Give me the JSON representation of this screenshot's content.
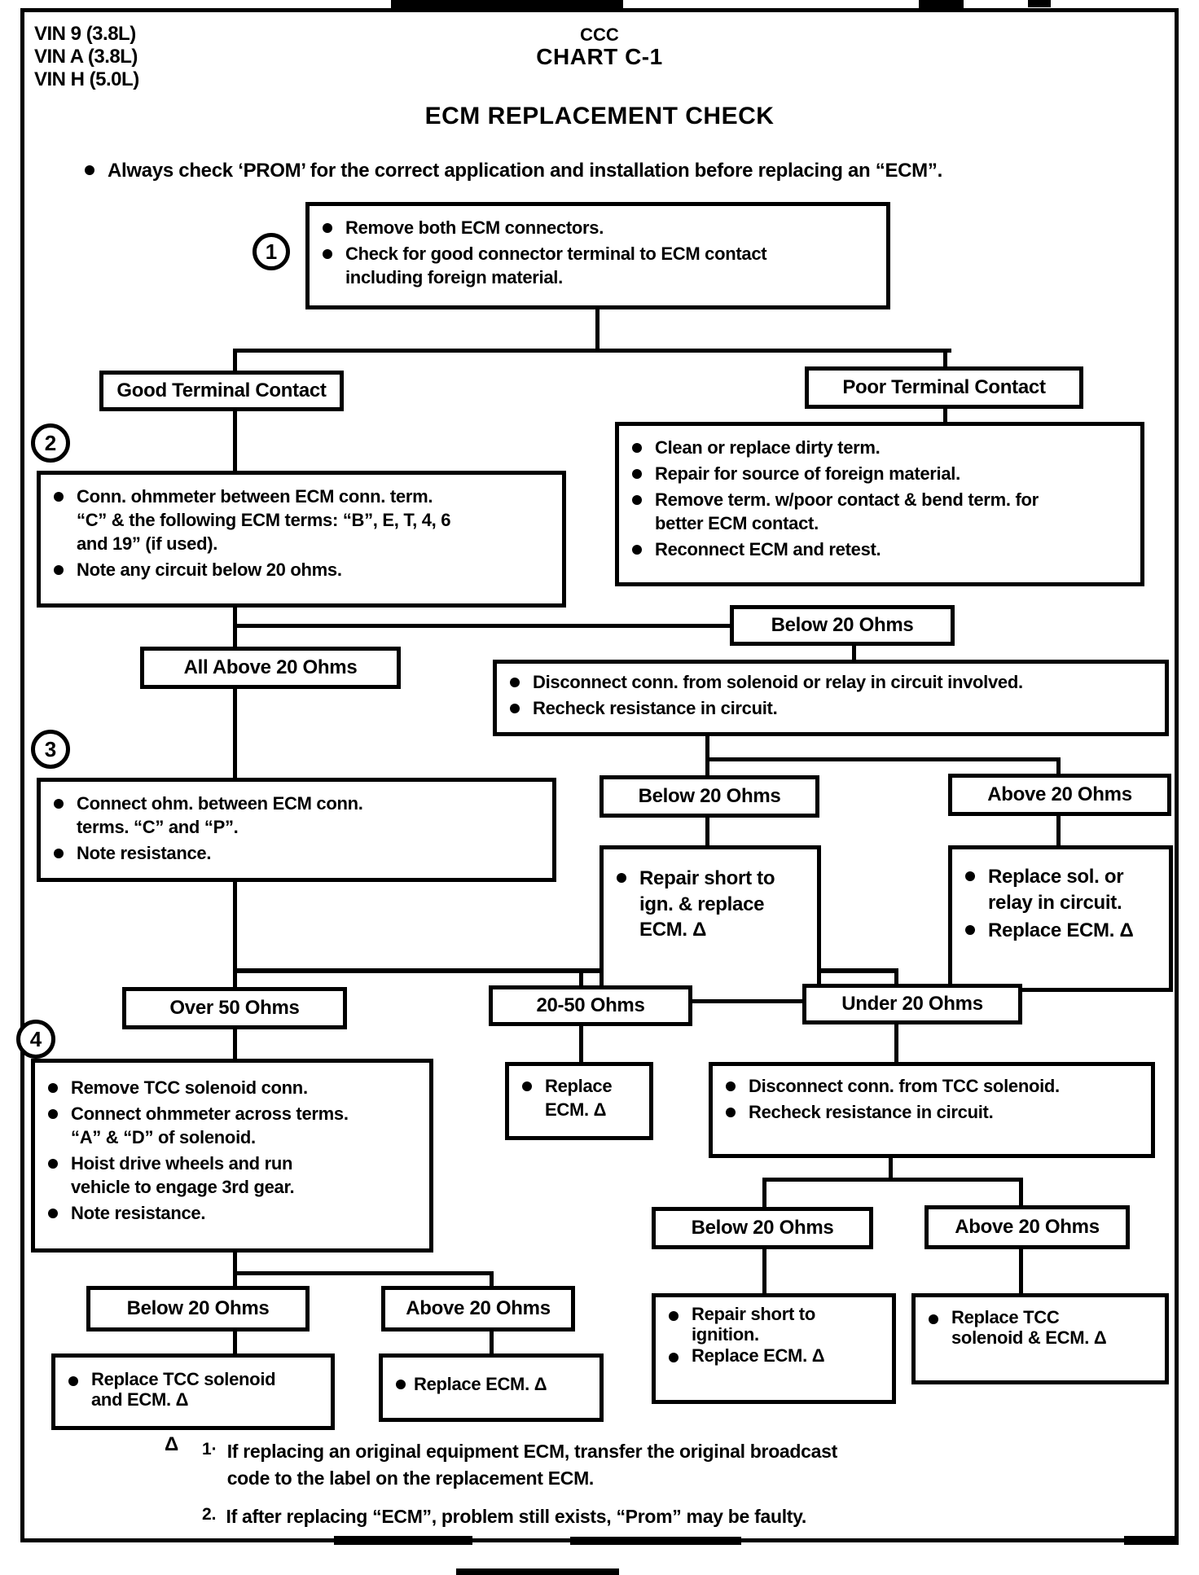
{
  "header": {
    "vin_labels": [
      "VIN 9 (3.8L)",
      "VIN A (3.8L)",
      "VIN H (5.0L)"
    ],
    "chart_code": "CCC",
    "chart_title": "CHART C-1",
    "chart_subtitle": "ECM REPLACEMENT CHECK",
    "intro_note": "Always check ‘PROM’ for the correct application and installation before replacing an “ECM”."
  },
  "steps": [
    "1",
    "2",
    "3",
    "4"
  ],
  "nodes": {
    "step1": {
      "bullets": [
        "Remove both ECM connectors.",
        "Check for good connector terminal to ECM contact\nincluding foreign material."
      ]
    },
    "good_terminal": {
      "label": "Good Terminal Contact"
    },
    "poor_terminal": {
      "label": "Poor Terminal Contact"
    },
    "step2": {
      "bullets": [
        "Conn. ohmmeter between ECM conn. term.\n“C” & the following ECM terms: “B”, E, T, 4, 6\nand 19” (if used).",
        "Note any circuit below 20 ohms."
      ]
    },
    "poor_actions": {
      "bullets": [
        "Clean or replace dirty term.",
        "Repair for source of foreign material.",
        "Remove term. w/poor contact & bend term. for\nbetter ECM contact.",
        "Reconnect ECM and retest."
      ]
    },
    "below_20_ohms_1": {
      "label": "Below 20 Ohms"
    },
    "all_above_20_ohms": {
      "label": "All Above 20 Ohms"
    },
    "disconnect_solenoid": {
      "bullets": [
        "Disconnect conn. from solenoid or relay in circuit involved.",
        "Recheck resistance in circuit."
      ]
    },
    "below_20_ohms_2": {
      "label": "Below 20 Ohms"
    },
    "above_20_ohms_1": {
      "label": "Above 20 Ohms"
    },
    "step3": {
      "bullets": [
        "Connect ohm. between ECM conn.\nterms. “C” and “P”.",
        "Note resistance."
      ]
    },
    "repair_short_ign": {
      "bullets": [
        "Repair short to\nign. & replace\nECM. Δ"
      ]
    },
    "replace_sol_relay": {
      "bullets": [
        "Replace sol. or\nrelay in circuit.",
        "Replace ECM. Δ"
      ]
    },
    "over_50_ohms": {
      "label": "Over 50 Ohms"
    },
    "ohms_20_50": {
      "label": "20-50 Ohms"
    },
    "under_20_ohms": {
      "label": "Under 20 Ohms"
    },
    "step4": {
      "bullets": [
        "Remove TCC solenoid conn.",
        "Connect ohmmeter across terms.\n“A” & “D” of solenoid.",
        "Hoist drive wheels and run\nvehicle to engage 3rd gear.",
        "Note resistance."
      ]
    },
    "replace_ecm_mid": {
      "bullets": [
        "Replace\nECM. Δ"
      ]
    },
    "disconnect_tcc": {
      "bullets": [
        "Disconnect conn. from TCC solenoid.",
        "Recheck resistance in circuit."
      ]
    },
    "below_20_ohms_3": {
      "label": "Below 20 Ohms"
    },
    "above_20_ohms_2": {
      "label": "Above 20 Ohms"
    },
    "repair_short_ignition": {
      "bullets": [
        "Repair short to\nignition.",
        "Replace ECM. Δ"
      ]
    },
    "replace_tcc_and_ecm_right": {
      "bullets": [
        "Replace TCC\nsolenoid & ECM.  Δ"
      ]
    },
    "below_20_ohms_4": {
      "label": "Below 20 Ohms"
    },
    "above_20_ohms_3": {
      "label": "Above 20 Ohms"
    },
    "replace_tcc_and_ecm_left": {
      "bullets": [
        "Replace TCC solenoid\nand ECM. Δ"
      ]
    },
    "replace_ecm_bottom_left": {
      "bullets": [
        "Replace ECM. Δ"
      ]
    }
  },
  "footnotes": {
    "symbol": "Δ",
    "items": [
      {
        "num": "1·",
        "text": "If replacing an original equipment ECM, transfer the original broadcast\ncode to the label on the replacement ECM."
      },
      {
        "num": "2.",
        "text": "If after replacing “ECM”, problem still exists, “Prom” may be faulty."
      }
    ]
  },
  "colors": {
    "ink": "#000000",
    "paper": "#ffffff"
  }
}
